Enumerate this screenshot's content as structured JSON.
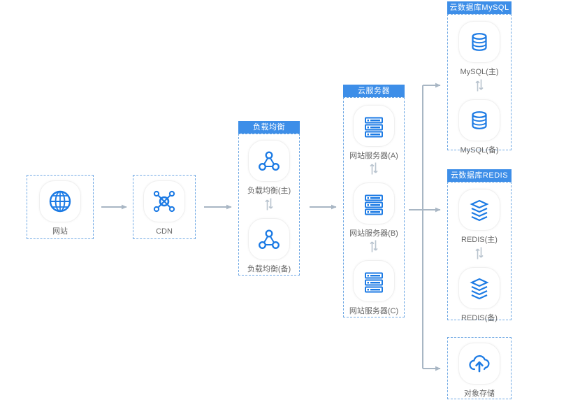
{
  "diagram": {
    "title": "cloud-architecture-topology",
    "colors": {
      "header_blue": "#3d8ee8",
      "dashed_border": "#6fa8e4",
      "icon_blue": "#1b7ae4",
      "arrow_gray": "#a8b6c4",
      "label_gray": "#666666"
    }
  },
  "groups": {
    "website": {
      "header": "",
      "nodes": [
        {
          "label": "网站",
          "icon": "globe-icon"
        }
      ]
    },
    "cdn": {
      "header": "",
      "nodes": [
        {
          "label": "CDN",
          "icon": "cdn-hub-icon"
        }
      ]
    },
    "load_balancer": {
      "header": "负载均衡",
      "nodes": [
        {
          "label": "负载均衡(主)",
          "icon": "load-balancer-icon"
        },
        {
          "label": "负载均衡(备)",
          "icon": "load-balancer-icon"
        }
      ]
    },
    "cloud_server": {
      "header": "云服务器",
      "nodes": [
        {
          "label": "网站服务器(A)",
          "icon": "server-rack-icon"
        },
        {
          "label": "网站服务器(B)",
          "icon": "server-rack-icon"
        },
        {
          "label": "网站服务器(C)",
          "icon": "server-rack-icon"
        }
      ]
    },
    "mysql": {
      "header": "云数据库MySQL",
      "nodes": [
        {
          "label": "MySQL(主)",
          "icon": "database-cylinder-icon"
        },
        {
          "label": "MySQL(备)",
          "icon": "database-cylinder-icon"
        }
      ]
    },
    "redis": {
      "header": "云数据库REDIS",
      "nodes": [
        {
          "label": "REDIS(主)",
          "icon": "redis-stack-icon"
        },
        {
          "label": "REDIS(备)",
          "icon": "redis-stack-icon"
        }
      ]
    },
    "object_storage": {
      "header": "",
      "nodes": [
        {
          "label": "对象存储",
          "icon": "cloud-upload-icon"
        }
      ]
    }
  }
}
